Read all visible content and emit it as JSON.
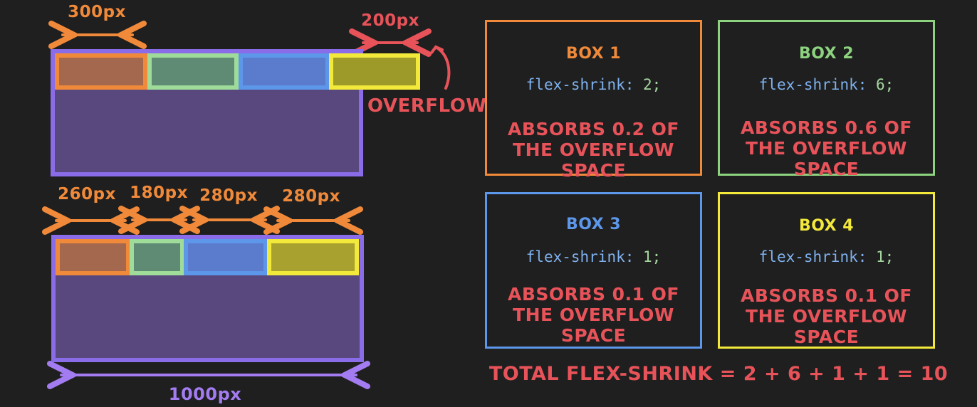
{
  "top_diagram": {
    "width_label": "300px",
    "overflow_width_label": "200px",
    "overflow_label": "OVERFLOW"
  },
  "bottom_diagram": {
    "item_labels": [
      "260px",
      "180px",
      "280px",
      "280px"
    ],
    "container_label": "1000px"
  },
  "boxes": [
    {
      "title": "BOX 1",
      "property": "flex-shrink:",
      "value": "2;",
      "description": "ABSORBS 0.2 OF THE OVERFLOW SPACE",
      "color": "#f08a3a"
    },
    {
      "title": "BOX 2",
      "property": "flex-shrink:",
      "value": "6;",
      "description": "ABSORBS 0.6 OF THE OVERFLOW SPACE",
      "color": "#8dd37f"
    },
    {
      "title": "BOX 3",
      "property": "flex-shrink:",
      "value": "1;",
      "description": "ABSORBS 0.1 OF THE OVERFLOW SPACE",
      "color": "#5d97ea"
    },
    {
      "title": "BOX 4",
      "property": "flex-shrink:",
      "value": "1;",
      "description": "ABSORBS 0.1 OF THE OVERFLOW SPACE",
      "color": "#f3e93b"
    }
  ],
  "total_label": "TOTAL FLEX-SHRINK = 2 + 6 + 1 + 1 = 10",
  "colors": {
    "background": "#1f1f1f",
    "container": "#8b6ce8",
    "orange": "#f08a3a",
    "green": "#9fdc9a",
    "blue": "#5d97ea",
    "yellow": "#f3e93b",
    "red": "#e8535a"
  }
}
